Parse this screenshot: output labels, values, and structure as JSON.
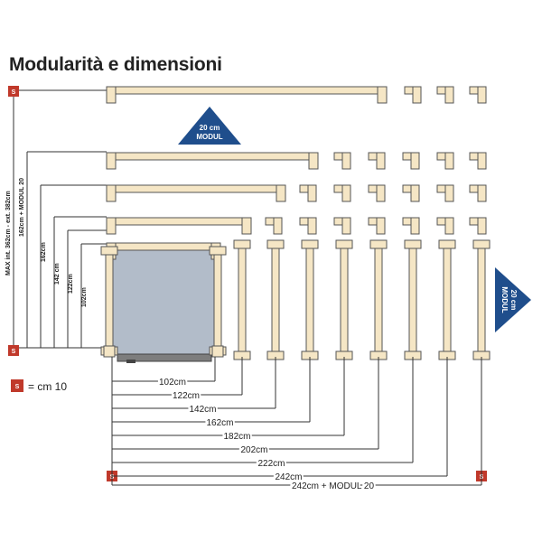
{
  "title": "Modularità e dimensioni",
  "badge_letter": "S",
  "legend": {
    "text": "= cm 10"
  },
  "modul_top": {
    "line1": "20 cm",
    "line2": "MODUL"
  },
  "modul_right": {
    "line1": "20 cm",
    "line2": "MODUL"
  },
  "vertical_labels": {
    "max": "MAX int. 362cm - ext. 382cm",
    "max_sub": "162cm + MODUL 20",
    "v162": "162cm",
    "v142": "142 cm",
    "v122": "122cm",
    "v102": "102cm"
  },
  "horizontal_labels": [
    "102cm",
    "122cm",
    "142cm",
    "162cm",
    "182cm",
    "202cm",
    "222cm",
    "242cm",
    "242cm + MODUL 20"
  ],
  "colors": {
    "wood": "#f5e6c5",
    "wood_stroke": "#555555",
    "glass": "#b2bcc9",
    "badge": "#c0392b",
    "modul": "#1f4e8c",
    "line": "#333333"
  }
}
